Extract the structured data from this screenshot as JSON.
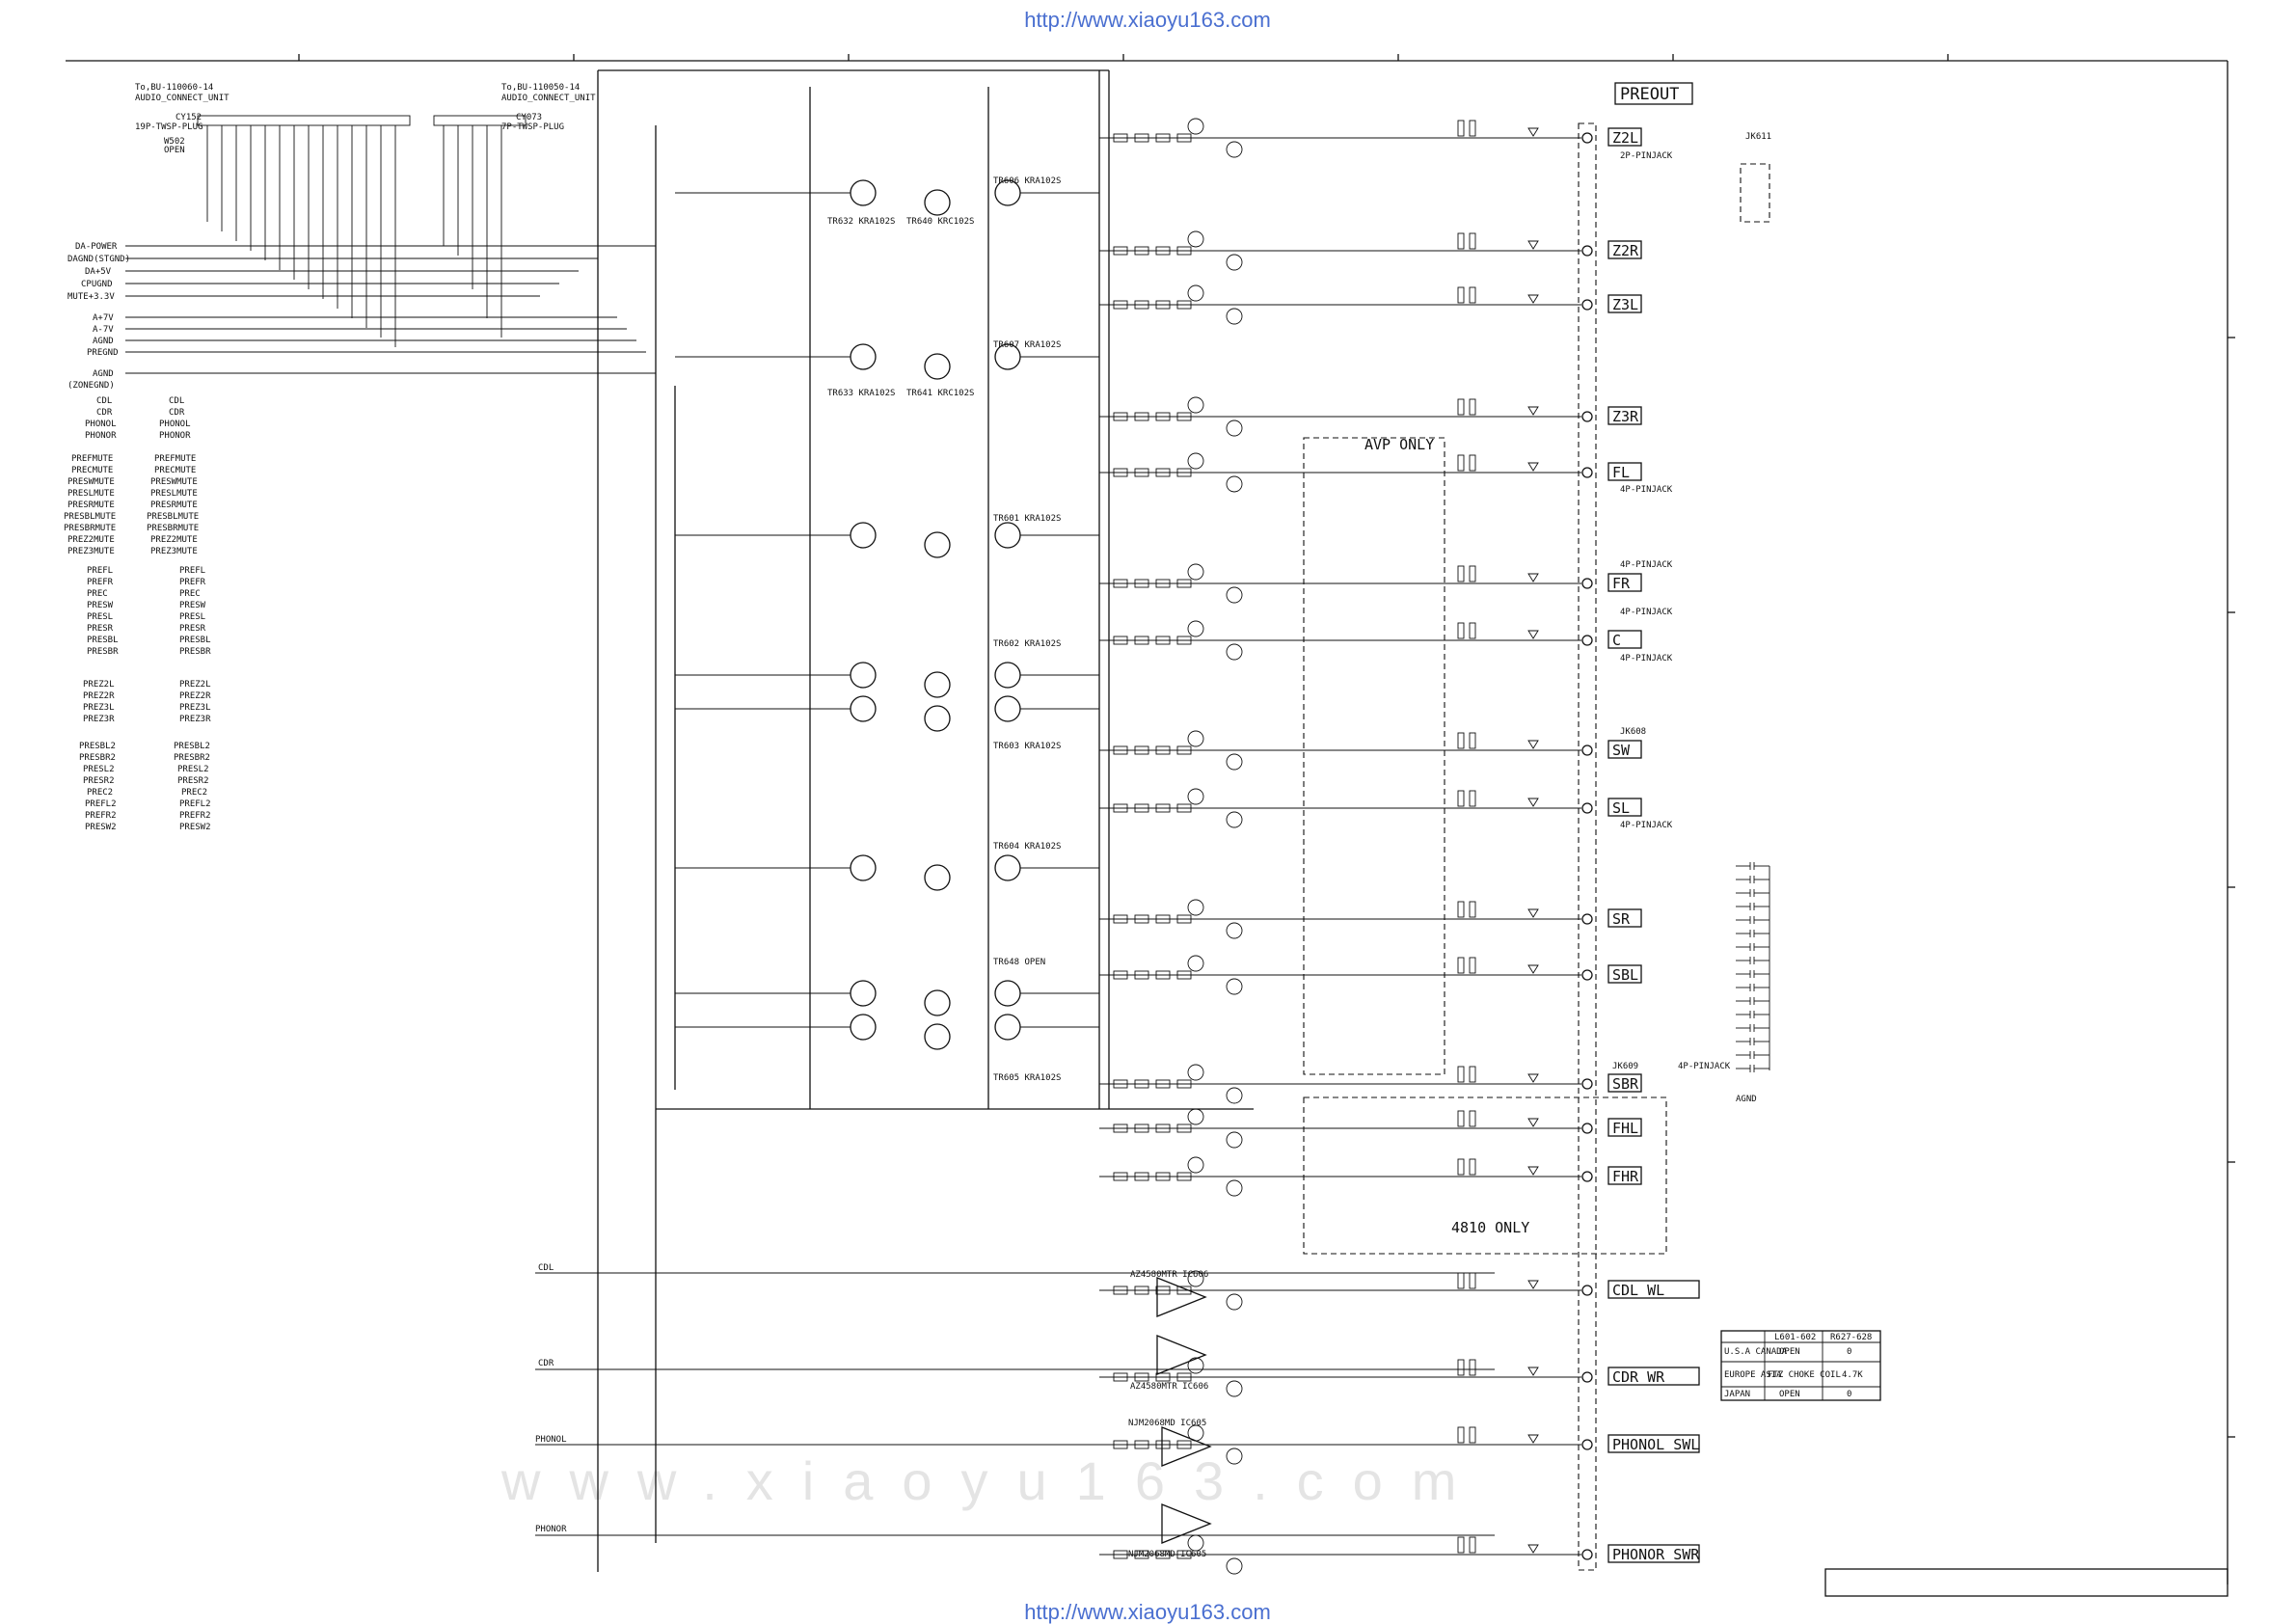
{
  "watermark": {
    "url": "http://www.xiaoyu163.com",
    "color": "#4a6fd0"
  },
  "ghost_watermark": {
    "text": "www.xiaoyu163.com"
  },
  "connectors": {
    "cy152": {
      "dest": "To,BU-110060-14",
      "unit": "AUDIO_CONNECT_UNIT",
      "name": "CY152",
      "type": "19P-TWSP-PLUG",
      "pin": "W502",
      "pin_state": "OPEN"
    },
    "cy073": {
      "dest": "To,BU-110050-14",
      "unit": "AUDIO_CONNECT_UNIT",
      "name": "CY073",
      "type": "7P-TWSP-PLUG"
    }
  },
  "left_nets": {
    "power": [
      "DA-POWER",
      "DAGND(STGND)",
      "DA+5V",
      "CPUGND",
      "MUTE+3.3V",
      "A+7V",
      "A-7V",
      "AGND",
      "PREGND",
      "AGND",
      "(ZONEGND)"
    ],
    "inputs": [
      "CDL",
      "CDR",
      "PHONOL",
      "PHONOR"
    ],
    "mutes": [
      "PREFMUTE",
      "PRECMUTE",
      "PRESWMUTE",
      "PRESLMUTE",
      "PRESRMUTE",
      "PRESBLMUTE",
      "PRESBRMUTE",
      "PREZ2MUTE",
      "PREZ3MUTE"
    ],
    "front": [
      "PREFL",
      "PREFR",
      "PREC",
      "PRESW",
      "PRESL",
      "PRESR",
      "PRESBL",
      "PRESBR"
    ],
    "zone": [
      "PREZ2L",
      "PREZ2R",
      "PREZ3L",
      "PREZ3R"
    ],
    "back": [
      "PRESBL2",
      "PRESBR2",
      "PRESL2",
      "PRESR2",
      "PREC2",
      "PREFL2",
      "PREFR2",
      "PRESW2"
    ]
  },
  "outputs": [
    "Z2L",
    "Z2R",
    "Z3L",
    "Z3R",
    "FL",
    "FR",
    "C",
    "SW",
    "SL",
    "SR",
    "SBL",
    "SBR",
    "FHL",
    "FHR",
    "CDL WL",
    "CDR WR",
    "PHONOL SWL",
    "PHONOR SWR"
  ],
  "preout_title": "PREOUT",
  "avp_only": "AVP ONLY",
  "only_4810": "4810 ONLY",
  "jacks": [
    "JK611",
    "JK608",
    "JK609",
    "4P-PINJACK",
    "2P-PINJACK"
  ],
  "transistors": {
    "zone": [
      "TR632 KRA102S",
      "TR640 KRC102S",
      "TR633 KRA102S",
      "TR641 KRC102S",
      "TR606 KRA102S",
      "TR607 KRA102S"
    ],
    "front": [
      "TR601 KRA102S",
      "TR602 KRA102S",
      "TR603 KRA102S",
      "TR604 KRA102S",
      "TR605 KRA102S",
      "TR648 OPEN"
    ]
  },
  "chips": [
    "AZ4580MTR IC606",
    "AZ4580MTR IC606",
    "NJM2068MD IC605",
    "NJM2068MD IC605"
  ],
  "gnd_labels": [
    "AGND"
  ],
  "region_table": {
    "header": [
      "L601-602",
      "R627-628"
    ],
    "rows": [
      [
        "U.S.A CANADA",
        "OPEN",
        "0"
      ],
      [
        "EUROPE ASIA",
        "FTZ CHOKE COIL",
        "4.7K"
      ],
      [
        "JAPAN",
        "OPEN",
        "0"
      ]
    ]
  },
  "title_block": ""
}
